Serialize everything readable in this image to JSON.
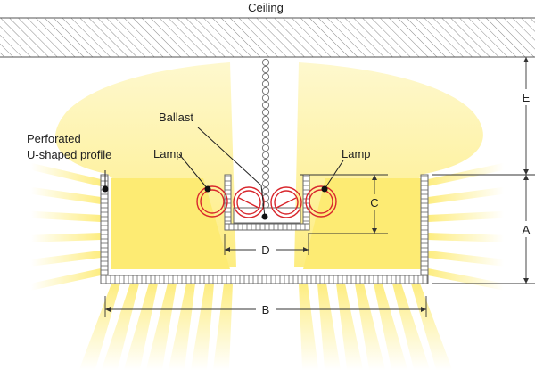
{
  "labels": {
    "ceiling": "Ceiling",
    "profile_line1": "Perforated",
    "profile_line2": "U-shaped profile",
    "lamp_left": "Lamp",
    "lamp_right": "Lamp",
    "ballast": "Ballast",
    "dim_a": "A",
    "dim_b": "B",
    "dim_c": "C",
    "dim_d": "D",
    "dim_e": "E"
  },
  "colors": {
    "light": "#fdeb73",
    "lamp": "#d8262c",
    "structure": "#666666",
    "ink": "#222222"
  }
}
